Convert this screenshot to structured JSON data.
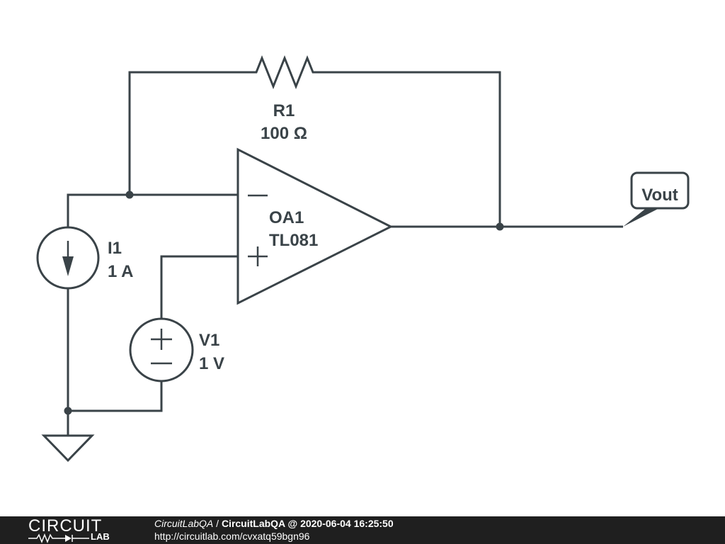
{
  "schematic": {
    "r1": {
      "name": "R1",
      "value": "100 Ω"
    },
    "oa1": {
      "name": "OA1",
      "part": "TL081",
      "minus": "−",
      "plus": "+"
    },
    "i1": {
      "name": "I1",
      "value": "1 A"
    },
    "v1": {
      "name": "V1",
      "value": "1 V"
    },
    "vout": {
      "label": "Vout"
    }
  },
  "footer": {
    "logo_top": "CIRCUIT",
    "logo_bottom": "LAB",
    "author": "CircuitLabQA",
    "separator": "/",
    "title": "CircuitLabQA @ 2020-06-04 16:25:50",
    "url": "http://circuitlab.com/cvxatq59bgn96"
  },
  "colors": {
    "wire": "#3a4348",
    "footer_bg": "#1f1f1f"
  }
}
